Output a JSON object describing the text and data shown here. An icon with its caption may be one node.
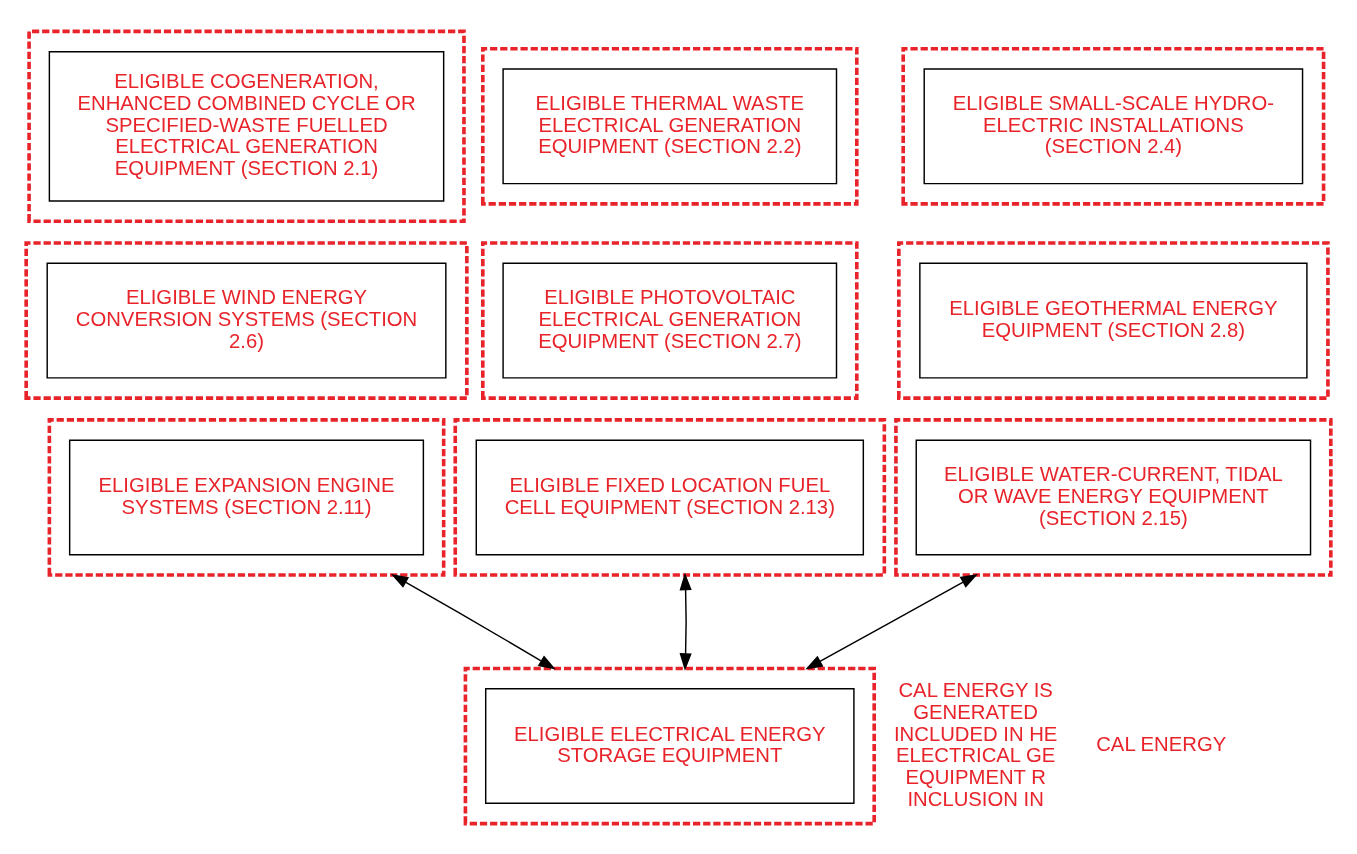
{
  "diagram": {
    "nodes": [
      {
        "text": [],
        "shape": "box"
      },
      {
        "text": [
          "ELIGIBLE COGENERATION, ENHANCED COMBINED CYCLE OR SPECIFIED-WASTE FUELLED ELECTRICAL GENERATION EQUIPMENT (SECTION 2.1)"
        ],
        "in": 0
      },
      {
        "text": [],
        "shape": "box"
      },
      {
        "text": [
          "ELIGIBLE THERMAL WASTE ELECTRICAL GENERATION EQUIPMENT (SECTION 2.2)"
        ],
        "in": 2
      },
      {
        "text": [],
        "shape": "box"
      },
      {
        "text": [
          "ELIGIBLE SMALL-SCALE HYDRO-ELECTRIC INSTALLATIONS (SECTION 2.4)"
        ],
        "in": 4
      },
      {
        "text": [],
        "shape": "box"
      },
      {
        "text": [
          "ELIGIBLE WIND ENERGY CONVERSION SYSTEMS (SECTION 2.6)"
        ],
        "in": 6
      },
      {
        "text": [],
        "shape": "box"
      },
      {
        "text": [
          "ELIGIBLE PHOTOVOLTAIC ELECTRICAL GENERATION EQUIPMENT (SECTION 2.7)"
        ],
        "in": 8
      },
      {
        "text": [],
        "shape": "box"
      },
      {
        "text": [
          "ELIGIBLE GEOTHERMAL ENERGY EQUIPMENT (SECTION 2.8)"
        ],
        "in": 10
      },
      {
        "text": [],
        "shape": "box"
      },
      {
        "text": [
          "ELIGIBLE EXPANSION ENGINE SYSTEMS (SECTION 2.11)"
        ],
        "in": 12
      },
      {
        "text": [],
        "shape": "box"
      },
      {
        "text": [
          "ELIGIBLE FIXED LOCATION FUEL CELL EQUIPMENT (SECTION 2.13)"
        ],
        "in": 14
      },
      {
        "text": [],
        "shape": "box"
      },
      {
        "text": [
          "ELIGIBLE WATER-CURRENT, TIDAL OR WAVE ENERGY EQUIPMENT (SECTION 2.15)"
        ],
        "in": 16
      },
      {
        "text": [],
        "shape": "box"
      },
      {
        "text": [
          "ELIGIBLE ELECTRICAL ENERGY STORAGE EQUIPMENT"
        ],
        "in": 18
      }
    ],
    "edges": [
      {
        "from": 13,
        "to": 19,
        "arrow": "both"
      },
      {
        "from": 15,
        "to": 19,
        "arrow": "both"
      },
      {
        "from": 17,
        "to": 19,
        "arrow": "both"
      }
    ],
    "labels": [
      "CAL ENERGY IS GENERATED INCLUDED IN HE ELECTRICAL GE EQUIPMENT R INCLUSION IN",
      "CAL ENERGY"
    ]
  }
}
